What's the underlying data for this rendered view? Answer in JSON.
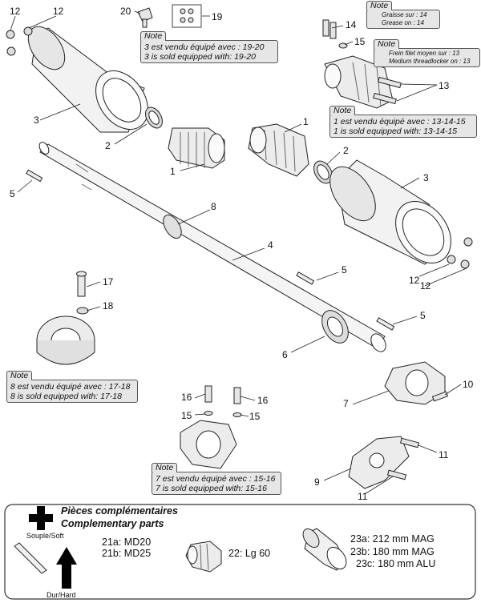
{
  "callouts": [
    "1",
    "2",
    "3",
    "4",
    "5",
    "6",
    "7",
    "8",
    "9",
    "10",
    "11",
    "12",
    "13",
    "14",
    "15",
    "16",
    "17",
    "18",
    "19",
    "20"
  ],
  "notes": {
    "n19": {
      "title": "Note",
      "fr": "3 est vendu équipé avec : 19-20",
      "en": "3 is sold equipped with: 19-20"
    },
    "n13": {
      "title": "Note",
      "fr": "1 est vendu équipé avec : 13-14-15",
      "en": "1 is sold equipped with: 13-14-15"
    },
    "n17": {
      "title": "Note",
      "fr": "8 est vendu équipé avec : 17-18",
      "en": "8 is sold equipped with: 17-18"
    },
    "n15": {
      "title": "Note",
      "fr": "7 est vendu équipé avec : 15-16",
      "en": "7 is sold equipped with: 15-16"
    },
    "grease": {
      "title": "Note",
      "fr": "Graisse sur : 14",
      "en": "Grease on : 14"
    },
    "thread": {
      "title": "Note",
      "fr": "Frein filet moyen sur : 13",
      "en": "Medium threadlocker on : 13"
    }
  },
  "panel": {
    "title_fr": "Pièces complémentaires",
    "title_en": "Complementary parts",
    "soft": "Souple/Soft",
    "hard": "Dur/Hard",
    "axle_a": "21a: MD20",
    "axle_b": "21b: MD25",
    "bearing": "22: Lg 60",
    "hub_a": "23a: 212 mm MAG",
    "hub_b": "23b: 180 mm MAG",
    "hub_c": "23c: 180 mm ALU"
  }
}
